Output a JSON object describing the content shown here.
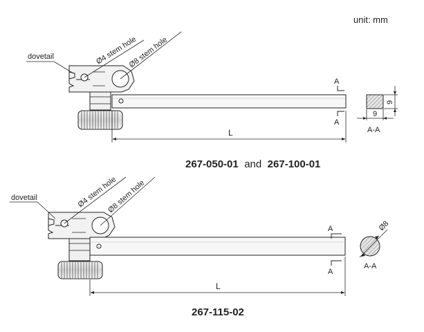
{
  "unit_label": "unit: mm",
  "top": {
    "dovetail": "dovetail",
    "stem_hole_4": "Ø4 stem hole",
    "stem_hole_8": "Ø8 stem hole",
    "section_mark": "A",
    "length_label": "L",
    "section_width": "9",
    "section_height": "9",
    "section_label": "A-A",
    "model_a": "267-050-01",
    "model_join": "and",
    "model_b": "267-100-01"
  },
  "bottom": {
    "dovetail": "dovetail",
    "stem_hole_4": "Ø4 stem hole",
    "stem_hole_8": "Ø8 stem hole",
    "section_mark": "A",
    "length_label": "L",
    "section_diameter": "Ø8",
    "section_label": "A-A",
    "model": "267-115-02"
  }
}
